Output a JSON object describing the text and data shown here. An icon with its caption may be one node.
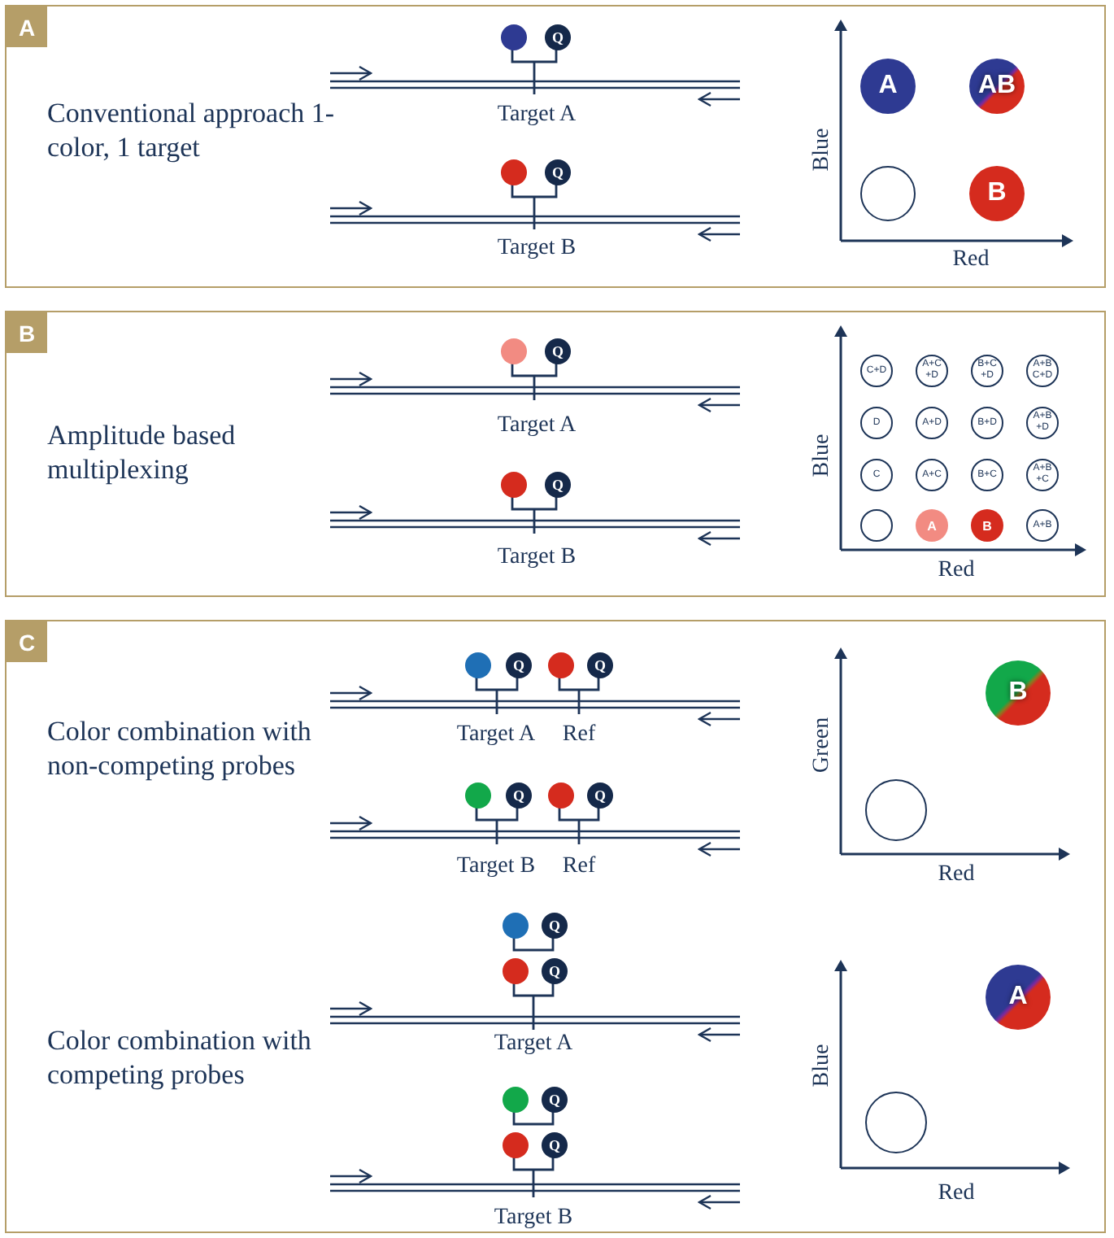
{
  "diagram": {
    "nodes": [
      {
        "text": [
          "Conventional approach 1-color, 1 target"
        ]
      },
      {
        "text": [
          "A"
        ],
        "in": 0
      },
      {
        "text": [],
        "shape": "circle",
        "in": 0
      },
      {
        "text": [
          "Q"
        ],
        "in": 0
      },
      {
        "text": [],
        "shape": "circle",
        "in": 0
      },
      {
        "text": [
          "Q"
        ],
        "in": 0
      },
      {
        "text": [
          "A"
        ],
        "in": 0
      },
      {
        "text": [
          "AB"
        ],
        "in": 0
      },
      {
        "text": [],
        "shape": "circle",
        "in": 0
      },
      {
        "text": [
          "B"
        ],
        "in": 0
      },
      {
        "text": [
          "Amplitude based multiplexing"
        ]
      },
      {
        "text": [
          "B"
        ],
        "in": 10
      },
      {
        "text": [],
        "shape": "circle",
        "in": 10
      },
      {
        "text": [
          "Q"
        ],
        "in": 10
      },
      {
        "text": [],
        "shape": "circle",
        "in": 10
      },
      {
        "text": [
          "Q"
        ],
        "in": 10
      },
      {
        "text": [
          "C+D"
        ],
        "in": 10
      },
      {
        "text": [
          "A+C +D"
        ],
        "in": 10
      },
      {
        "text": [
          "B+C +D"
        ],
        "in": 10
      },
      {
        "text": [
          "A+B C+D"
        ],
        "in": 10
      },
      {
        "text": [
          "D"
        ],
        "in": 10
      },
      {
        "text": [
          "A+D"
        ],
        "in": 10
      },
      {
        "text": [
          "B+D"
        ],
        "in": 10
      },
      {
        "text": [
          "A+B +D"
        ],
        "in": 10
      },
      {
        "text": [
          "C"
        ],
        "in": 10
      },
      {
        "text": [
          "A+C"
        ],
        "in": 10
      },
      {
        "text": [
          "B+C"
        ],
        "in": 10
      },
      {
        "text": [
          "A+B +C"
        ],
        "in": 10
      },
      {
        "text": [],
        "shape": "circle",
        "in": 10
      },
      {
        "text": [
          "A"
        ],
        "in": 10
      },
      {
        "text": [
          "B"
        ],
        "in": 10
      },
      {
        "text": [
          "A+B"
        ],
        "in": 10
      },
      {
        "text": [
          "Color combination with non-competing probes",
          "Color combination with competing probes"
        ]
      },
      {
        "text": [
          "C"
        ],
        "in": 32
      },
      {
        "text": [],
        "shape": "circle",
        "in": 32
      },
      {
        "text": [
          "Q"
        ],
        "in": 32
      },
      {
        "text": [],
        "shape": "circle",
        "in": 32
      },
      {
        "text": [
          "Q"
        ],
        "in": 32
      },
      {
        "text": [],
        "shape": "circle",
        "in": 32
      },
      {
        "text": [
          "Q"
        ],
        "in": 32
      },
      {
        "text": [],
        "shape": "circle",
        "in": 32
      },
      {
        "text": [
          "Q"
        ],
        "in": 32
      },
      {
        "text": [
          "B"
        ],
        "in": 32
      },
      {
        "text": [],
        "shape": "circle",
        "in": 32
      },
      {
        "text": [],
        "shape": "circle",
        "in": 32
      },
      {
        "text": [
          "Q"
        ],
        "in": 32
      },
      {
        "text": [],
        "shape": "circle",
        "in": 32
      },
      {
        "text": [
          "Q"
        ],
        "in": 32
      },
      {
        "text": [],
        "shape": "circle",
        "in": 32
      },
      {
        "text": [
          "Q"
        ],
        "in": 32
      },
      {
        "text": [],
        "shape": "circle",
        "in": 32
      },
      {
        "text": [
          "Q"
        ],
        "in": 32
      },
      {
        "text": [
          "A"
        ],
        "in": 32
      },
      {
        "text": [],
        "shape": "circle",
        "in": 32
      }
    ],
    "edges": [
      {
        "from": 2,
        "to": 3,
        "arrow": "none"
      },
      {
        "from": 4,
        "to": 5,
        "arrow": "none"
      },
      {
        "from": 12,
        "to": 13,
        "arrow": "none"
      },
      {
        "from": 14,
        "to": 15,
        "arrow": "none"
      },
      {
        "from": 34,
        "to": 35,
        "arrow": "none"
      },
      {
        "from": 36,
        "to": 37,
        "arrow": "none"
      },
      {
        "from": 38,
        "to": 39,
        "arrow": "none"
      },
      {
        "from": 40,
        "to": 41,
        "arrow": "none"
      },
      {
        "from": 44,
        "to": 45,
        "arrow": "none"
      },
      {
        "from": 46,
        "to": 47,
        "arrow": "none"
      },
      {
        "from": 48,
        "to": 49,
        "arrow": "none"
      },
      {
        "from": 50,
        "to": 51,
        "arrow": "none"
      }
    ],
    "labels": [
      "Target A",
      "Target B",
      "Blue",
      "Red",
      "Target A",
      "Target B",
      "Blue",
      "Red",
      "Target A",
      "Ref",
      "Green",
      "Target B",
      "Ref",
      "Red",
      "Target A",
      "Blue",
      "Target B",
      "Red"
    ]
  }
}
